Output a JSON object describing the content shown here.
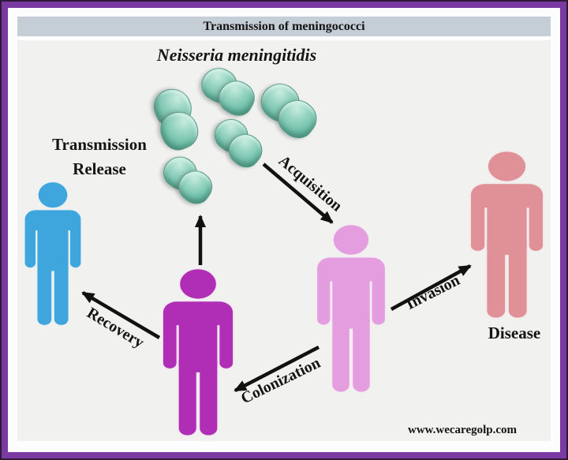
{
  "frame": {
    "title": "Transmission of meningococci",
    "watermark": "www.wecaregolp.com",
    "colors": {
      "outer_line": "#2d1a3a",
      "border": "#7b3aa2",
      "margin": "#fdfcfe",
      "title_bar_bg": "#c5ced6",
      "canvas_bg": "#f1f1ef",
      "arrow": "#111111",
      "text": "#141414"
    }
  },
  "diagram": {
    "organism_label": "Neisseria meningitidis",
    "bacteria": {
      "kind": "diplococcus",
      "count": 5,
      "color": "#72c1aa"
    },
    "labels": {
      "transmission_line1": "Transmission",
      "transmission_line2": "Release",
      "acquisition": "Acquisition",
      "recovery": "Recovery",
      "colonization": "Colonization",
      "invasion": "Invasion",
      "disease": "Disease"
    },
    "figures": [
      {
        "role": "recovered person",
        "color": "#3fa5dd"
      },
      {
        "role": "carrier releasing person",
        "color": "#b02eb6"
      },
      {
        "role": "colonized person",
        "color": "#e49ee0"
      },
      {
        "role": "diseased person",
        "color": "#e09097"
      }
    ]
  }
}
